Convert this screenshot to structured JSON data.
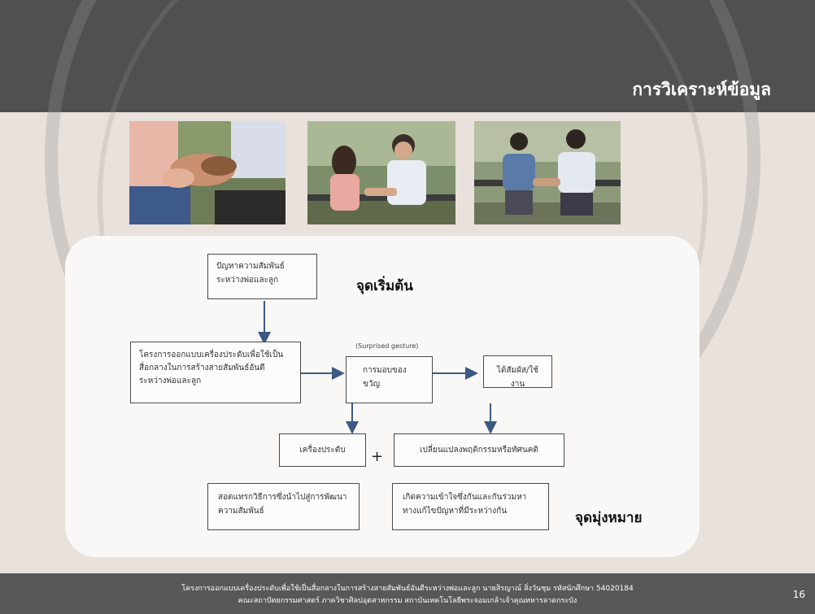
{
  "slide": {
    "title": "การวิเคราะห์ข้อมูล",
    "page_number": "16"
  },
  "photos": [
    {
      "icon": "photo-hands-holding-jewelry"
    },
    {
      "icon": "photo-couple-on-bench"
    },
    {
      "icon": "photo-two-men-on-bench"
    }
  ],
  "diagram": {
    "box_problem": "ปัญหาความสัมพันธ์ระหว่างพ่อและลูก",
    "label_start": "จุดเริ่มต้น",
    "box_project": "โครงการออกแบบเครื่องประดับเพื่อใช้เป็นสื่อกลางในการสร้างสายสัมพันธ์อันดีระหว่างพ่อและลูก",
    "label_surprise": "(Surprised gesture)",
    "box_gift": "การมอบของขวัญ",
    "box_touch": "ได้สัมผัส/ใช้งาน",
    "box_jewelry": "เครื่องประดับ",
    "plus": "+",
    "box_behavior": "เปลี่ยนแปลงพฤติกรรมหรือทัศนคติ",
    "box_approach": "สอดแทรกวิธีการซึ่งนำไปสู่การพัฒนาความสัมพันธ์",
    "box_understanding": "เกิดความเข้าใจซึ่งกันและกันร่วมหาทางแก้ไขปัญหาที่มีระหว่างกัน",
    "label_goal": "จุดมุ่งหมาย"
  },
  "footer": {
    "line1": "โครงการออกแบบเครื่องประดับเพื่อใช้เป็นสื่อกลางในการสร้างสายสัมพันธ์อันดีระหว่างพ่อและลูก นายสิรญาณ์ สิ่งวันชุม รหัสนักศึกษา 54020184",
    "line2": "คณะสถาปัตยกรรมศาสตร์ ภาควิชาศิลปอุตสาหกรรม สถาบันเทคโนโลยีพระจอมเกล้าเจ้าคุณทหารลาดกระบัง"
  },
  "colors": {
    "header": "#505050",
    "background": "#e8e1dc",
    "panel": "#f9f8f7",
    "arrow": "#3d5a84",
    "footer": "#585858"
  }
}
